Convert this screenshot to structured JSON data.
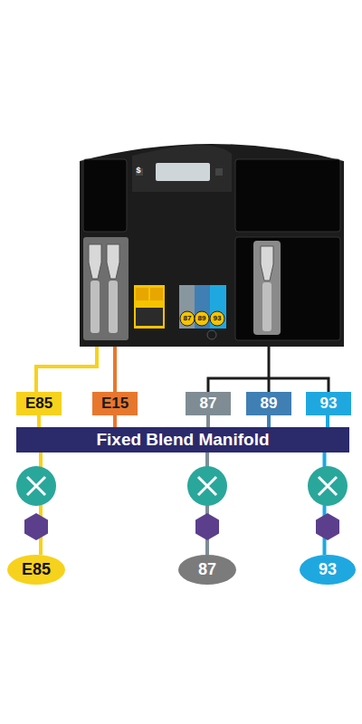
{
  "diagram": {
    "nodes": [
      {
        "text": [
          "E85"
        ]
      },
      {
        "text": [
          "E15"
        ]
      },
      {
        "text": [
          "87"
        ]
      },
      {
        "text": [
          "89"
        ]
      },
      {
        "text": [
          "93"
        ]
      },
      {
        "text": [
          "Fixed Blend Manifold"
        ]
      },
      {
        "text": [
          "E85"
        ]
      },
      {
        "text": [
          "87"
        ]
      },
      {
        "text": [
          "93"
        ]
      }
    ],
    "edges": [
      {
        "from": 0,
        "to": 5,
        "arrow": "none"
      },
      {
        "from": 1,
        "to": 5,
        "arrow": "none"
      },
      {
        "from": 2,
        "to": 5,
        "arrow": "none"
      },
      {
        "from": 3,
        "to": 5,
        "arrow": "none"
      },
      {
        "from": 4,
        "to": 5,
        "arrow": "none"
      },
      {
        "from": 5,
        "to": 6,
        "arrow": "none"
      },
      {
        "from": 5,
        "to": 7,
        "arrow": "none"
      },
      {
        "from": 5,
        "to": 8,
        "arrow": "none"
      }
    ],
    "labels": [
      "$",
      "87",
      "89",
      "93"
    ]
  }
}
